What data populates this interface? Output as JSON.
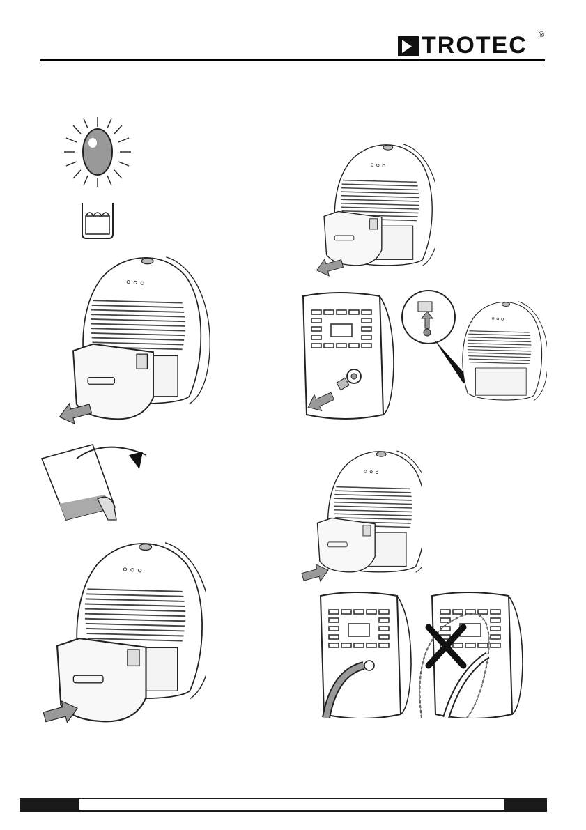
{
  "brand": {
    "name": "TROTEC",
    "trademark": "®"
  },
  "figures": [
    {
      "name": "water-tank-full-indicator"
    },
    {
      "name": "remove-water-tank"
    },
    {
      "name": "remove-water-tank-small"
    },
    {
      "name": "remove-drain-plug"
    },
    {
      "name": "float-detail"
    },
    {
      "name": "empty-water-tank"
    },
    {
      "name": "insert-water-tank-small"
    },
    {
      "name": "insert-water-tank"
    },
    {
      "name": "connect-drain-hose"
    },
    {
      "name": "hose-kink-warning"
    }
  ]
}
